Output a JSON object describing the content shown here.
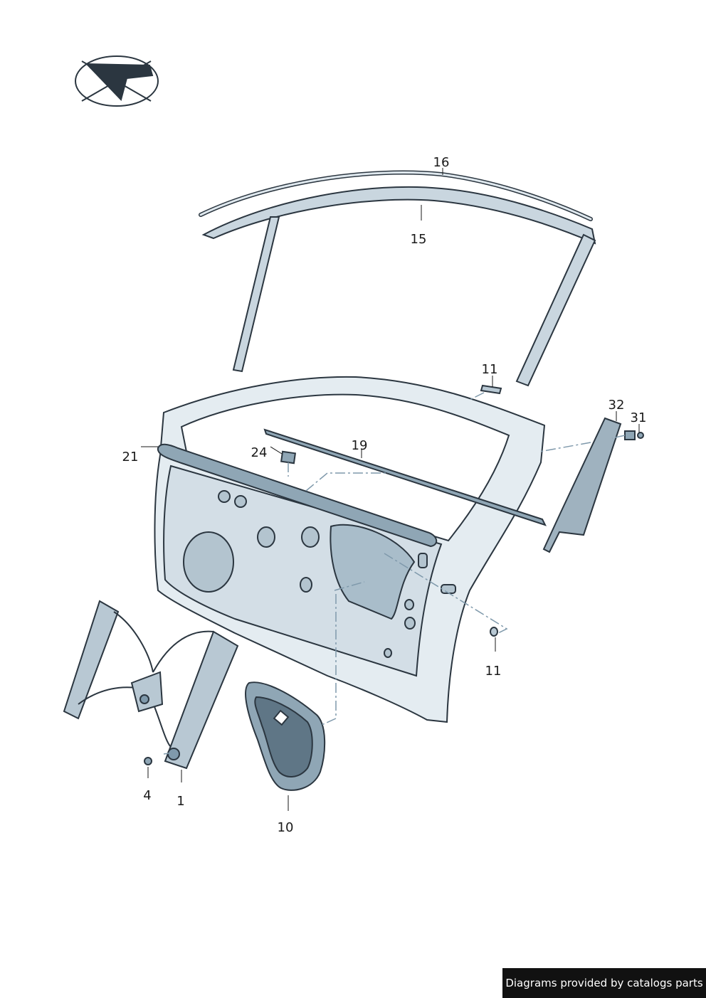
{
  "logo": {
    "icon": "sign-post-x-logo"
  },
  "callouts": [
    {
      "id": "part-16",
      "text": "16"
    },
    {
      "id": "part-15",
      "text": "15"
    },
    {
      "id": "part-11-top",
      "text": "11"
    },
    {
      "id": "part-32",
      "text": "32"
    },
    {
      "id": "part-31",
      "text": "31"
    },
    {
      "id": "part-21",
      "text": "21"
    },
    {
      "id": "part-24",
      "text": "24"
    },
    {
      "id": "part-19",
      "text": "19"
    },
    {
      "id": "part-11-bottom",
      "text": "11"
    },
    {
      "id": "part-4",
      "text": "4"
    },
    {
      "id": "part-1",
      "text": "1"
    },
    {
      "id": "part-10",
      "text": "10"
    }
  ],
  "footer": {
    "text": "Diagrams provided by catalogs parts"
  },
  "colors": {
    "outline": "#2b3640",
    "panel": "#e4ecf1",
    "panel_dark": "#b8c8d3",
    "seal": "#8fa6b5",
    "dash": "#7f99ab"
  }
}
